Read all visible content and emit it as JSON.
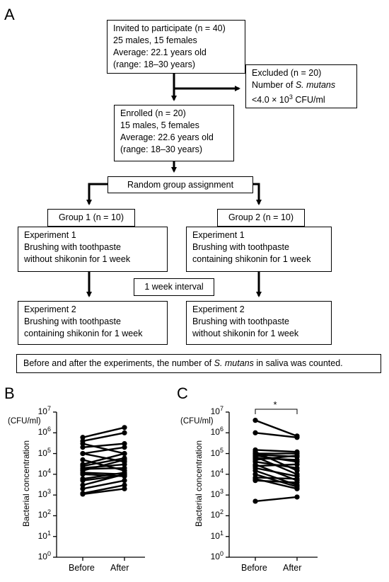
{
  "flowchart": {
    "label": "A",
    "invited": [
      "Invited to participate (n = 40)",
      "25 males, 15 females",
      "Average: 22.1 years old",
      "(range: 18–30 years)"
    ],
    "excluded": {
      "line1": "Excluded (n = 20)",
      "line2_pre": "Number of ",
      "line2_italic": "S. mutans",
      "line3_pre": "<4.0 × 10",
      "line3_sup": "3",
      "line3_post": " CFU/ml"
    },
    "enrolled": [
      "Enrolled (n = 20)",
      "15 males, 5 females",
      "Average: 22.6 years old",
      "(range: 18–30 years)"
    ],
    "random": "Random group assignment",
    "group1": "Group 1 (n = 10)",
    "group2": "Group 2 (n = 10)",
    "g1exp1": [
      "Experiment 1",
      "Brushing with toothpaste",
      "without shikonin for 1 week"
    ],
    "g2exp1": [
      "Experiment 1",
      "Brushing with toothpaste",
      "containing shikonin for 1 week"
    ],
    "interval": "1 week interval",
    "g1exp2": [
      "Experiment 2",
      "Brushing with toothpaste",
      "containing shikonin for 1 week"
    ],
    "g2exp2": [
      "Experiment 2",
      "Brushing with toothpaste",
      "without shikonin for 1 week"
    ],
    "footer": {
      "pre": "Before and after the experiments, the number of ",
      "italic": "S. mutans",
      "post": " in saliva was counted."
    }
  },
  "chart_data": [
    {
      "panel": "B",
      "type": "line",
      "ylabel": "Bacterial concentration",
      "unit": "(CFU/ml)",
      "categories": [
        "Before",
        "After"
      ],
      "yscale": "log",
      "ylim": [
        1,
        10000000
      ],
      "yticks": [
        "0",
        "1",
        "2",
        "3",
        "4",
        "5",
        "6",
        "7"
      ],
      "significance": "",
      "pairs": [
        [
          600000,
          1800000
        ],
        [
          400000,
          1000000
        ],
        [
          300000,
          100000
        ],
        [
          200000,
          300000
        ],
        [
          100000,
          200000
        ],
        [
          100000,
          40000
        ],
        [
          50000,
          15000
        ],
        [
          30000,
          100000
        ],
        [
          25000,
          60000
        ],
        [
          20000,
          30000
        ],
        [
          18000,
          20000
        ],
        [
          15000,
          50000
        ],
        [
          12000,
          10000
        ],
        [
          10000,
          8000
        ],
        [
          6000,
          12000
        ],
        [
          5000,
          9000
        ],
        [
          3000,
          10000
        ],
        [
          2000,
          5000
        ],
        [
          1200,
          3000
        ],
        [
          1100,
          2000
        ]
      ]
    },
    {
      "panel": "C",
      "type": "line",
      "ylabel": "Bacterial concentration",
      "unit": "(CFU/ml)",
      "categories": [
        "Before",
        "After"
      ],
      "yscale": "log",
      "ylim": [
        1,
        10000000
      ],
      "yticks": [
        "0",
        "1",
        "2",
        "3",
        "4",
        "5",
        "6",
        "7"
      ],
      "significance": "*",
      "pairs": [
        [
          4000000,
          700000
        ],
        [
          1000000,
          600000
        ],
        [
          150000,
          120000
        ],
        [
          120000,
          15000
        ],
        [
          100000,
          100000
        ],
        [
          90000,
          70000
        ],
        [
          80000,
          40000
        ],
        [
          70000,
          10000
        ],
        [
          60000,
          50000
        ],
        [
          50000,
          80000
        ],
        [
          40000,
          20000
        ],
        [
          30000,
          5000
        ],
        [
          25000,
          30000
        ],
        [
          20000,
          8000
        ],
        [
          15000,
          3000
        ],
        [
          10000,
          2500
        ],
        [
          7000,
          6000
        ],
        [
          6000,
          2000
        ],
        [
          5000,
          4000
        ],
        [
          500,
          800
        ]
      ]
    }
  ]
}
